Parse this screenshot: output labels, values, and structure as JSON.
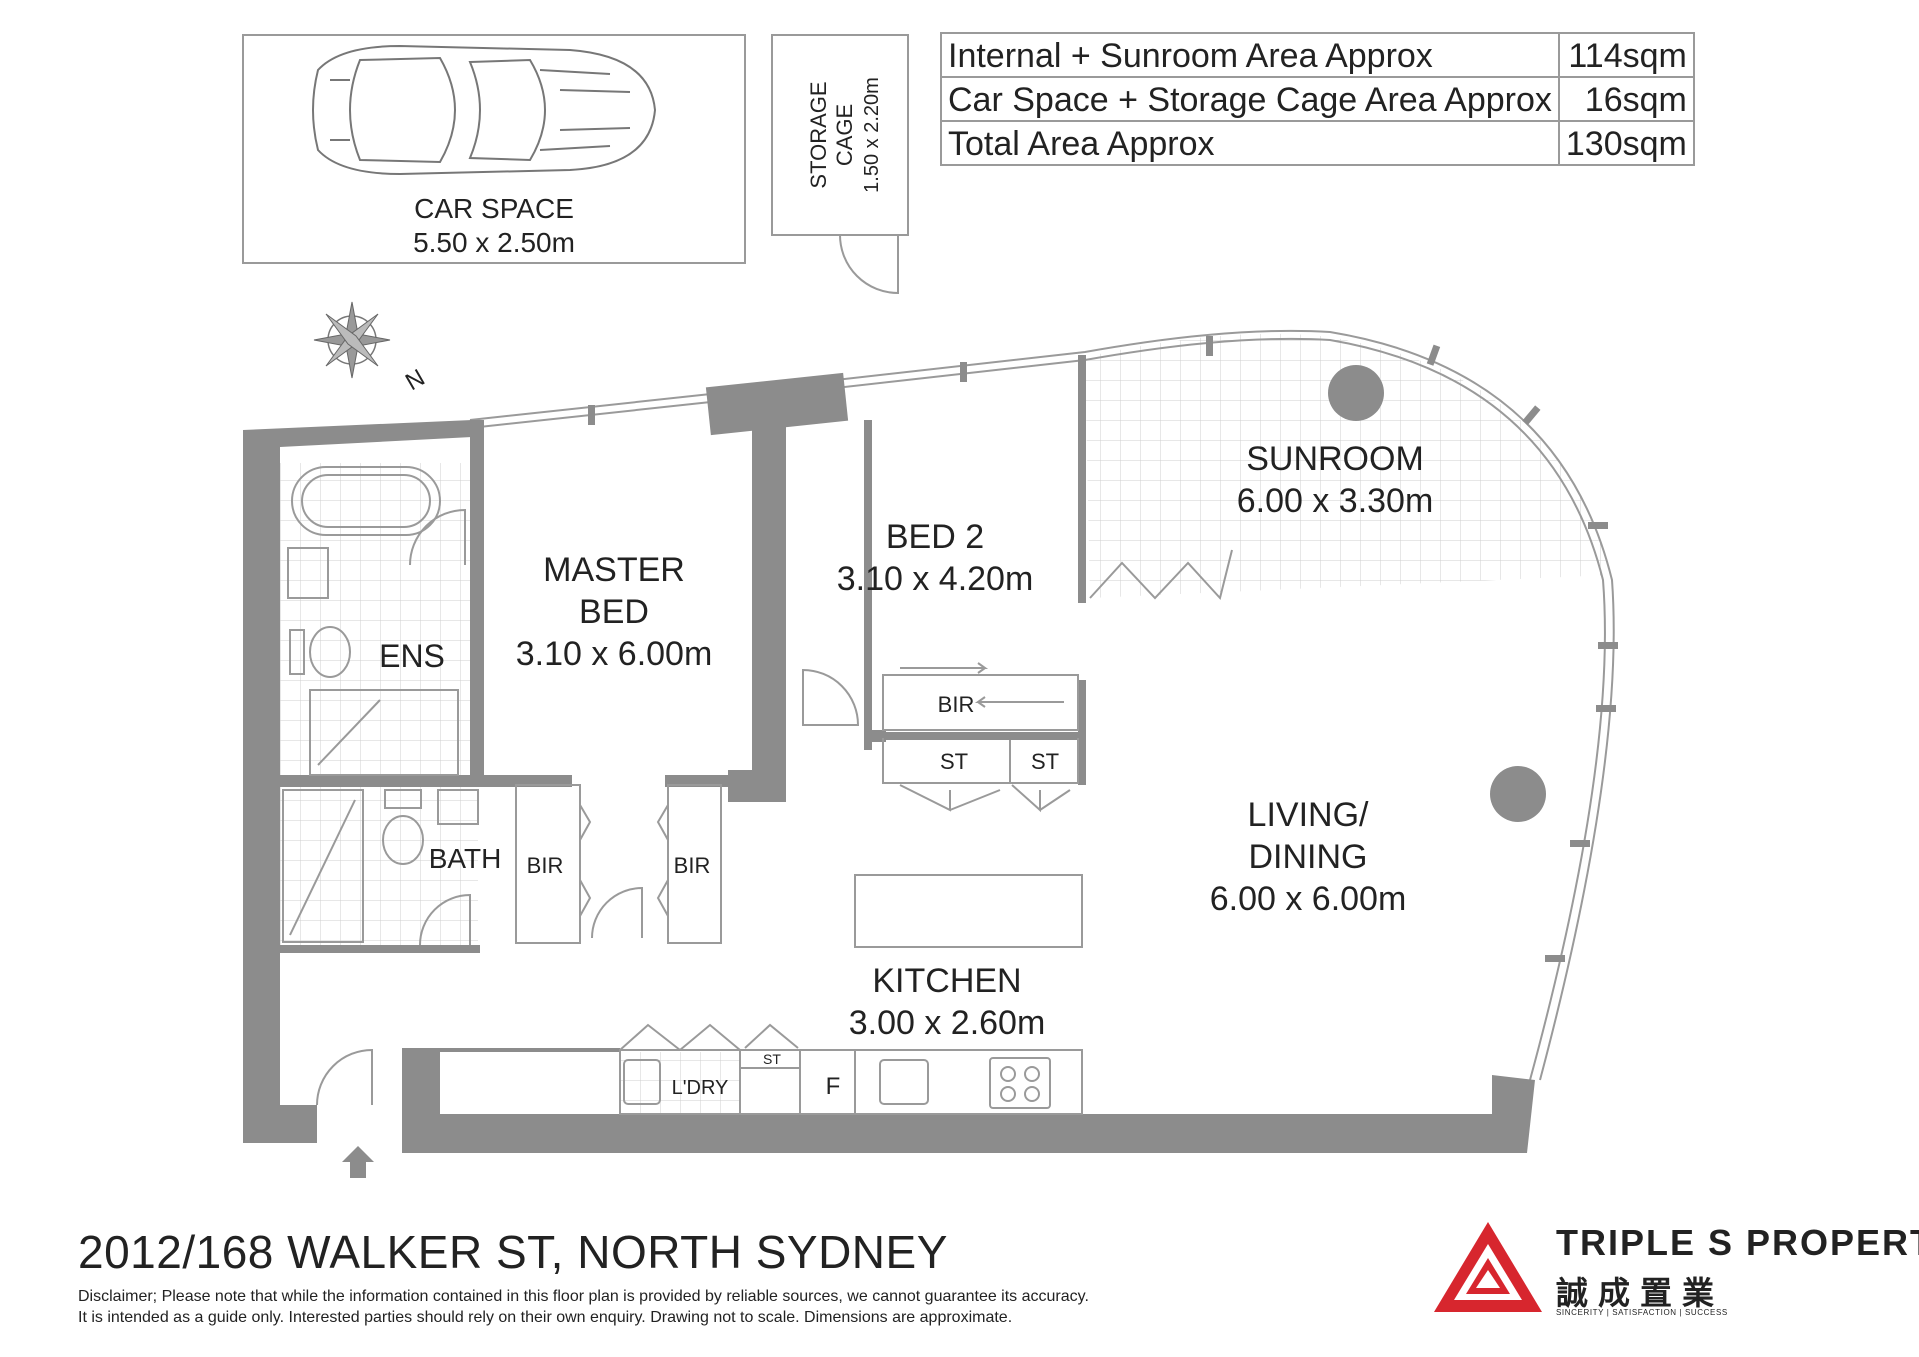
{
  "title": "2012/168 WALKER ST, NORTH SYDNEY",
  "disclaimer": {
    "line1": "Disclaimer; Please note that while the information contained in this floor plan is provided by reliable sources, we cannot guarantee its accuracy.",
    "line2": "It is intended as a guide only. Interested parties should rely on their own enquiry. Drawing not to scale.  Dimensions are approximate."
  },
  "areas": [
    {
      "label": "Internal + Sunroom Area Approx",
      "value": "114sqm"
    },
    {
      "label": "Car Space + Storage Cage Area Approx",
      "value": "16sqm"
    },
    {
      "label": "Total Area Approx",
      "value": "130sqm"
    }
  ],
  "car_space": {
    "label": "CAR SPACE",
    "dims": "5.50 x 2.50m"
  },
  "storage_cage": {
    "label": "STORAGE",
    "label2": "CAGE",
    "dims": "1.50 x 2.20m"
  },
  "compass": {
    "letter": "N"
  },
  "rooms": {
    "sunroom": {
      "name": "SUNROOM",
      "dims": "6.00 x 3.30m"
    },
    "bed2": {
      "name": "BED 2",
      "dims": "3.10 x 4.20m"
    },
    "master": {
      "name": "MASTER",
      "name2": "BED",
      "dims": "3.10 x 6.00m"
    },
    "ens": {
      "name": "ENS"
    },
    "bath": {
      "name": "BATH"
    },
    "living": {
      "name": "LIVING/",
      "name2": "DINING",
      "dims": "6.00 x 6.00m"
    },
    "kitchen": {
      "name": "KITCHEN",
      "dims": "3.00 x 2.60m"
    }
  },
  "fixtures": {
    "bir": "BIR",
    "st": "ST",
    "laundry": "L'DRY",
    "fridge": "F"
  },
  "brand": {
    "name": "TRIPLE S PROPERTY",
    "chinese": "誠成置業",
    "tagline": "SINCERITY | SATISFACTION | SUCCESS",
    "logo_color": "#d7262e"
  },
  "colors": {
    "wall": "#8c8c8c",
    "line": "#9a9a9a",
    "text": "#222222"
  }
}
